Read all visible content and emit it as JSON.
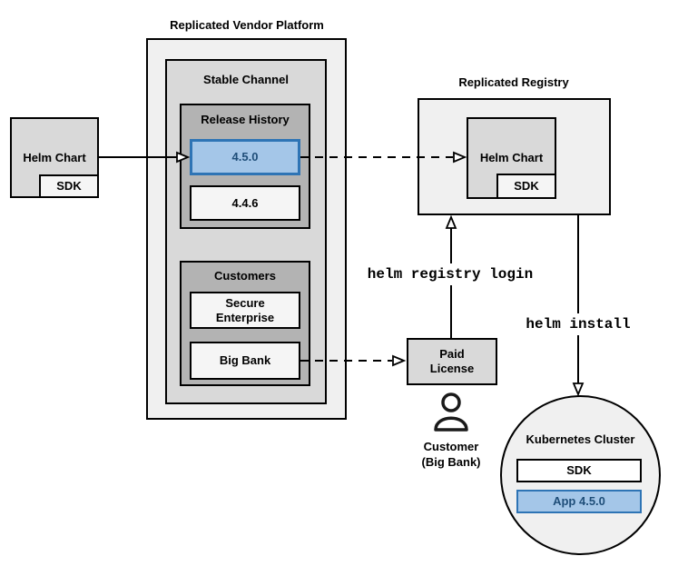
{
  "colors": {
    "background": "#ffffff",
    "box_border": "#000000",
    "outer_fill": "#f0f0f0",
    "channel_fill": "#d9d9d9",
    "group_fill": "#b3b3b3",
    "item_fill": "#f5f5f5",
    "highlight_fill": "#a4c6e8",
    "highlight_border": "#2e74b5",
    "highlight_text": "#1f4e79"
  },
  "vendor_platform": {
    "title": "Replicated Vendor Platform",
    "stable_channel": {
      "label": "Stable Channel",
      "release_history": {
        "label": "Release History",
        "releases": [
          {
            "version": "4.5.0",
            "highlighted": true
          },
          {
            "version": "4.4.6",
            "highlighted": false
          }
        ]
      },
      "customers": {
        "label": "Customers",
        "items": [
          {
            "name": "Secure\nEnterprise"
          },
          {
            "name": "Big Bank"
          }
        ]
      }
    }
  },
  "source_chart": {
    "label": "Helm Chart",
    "sdk": "SDK"
  },
  "registry": {
    "title": "Replicated Registry",
    "helm_chart": "Helm Chart",
    "sdk": "SDK"
  },
  "paid_license": {
    "label": "Paid\nLicense"
  },
  "customer": {
    "icon": "person-icon",
    "label": "Customer\n(Big Bank)"
  },
  "commands": {
    "registry_login": "helm registry login",
    "install": "helm install"
  },
  "kubernetes": {
    "title": "Kubernetes Cluster",
    "sdk": "SDK",
    "app": "App 4.5.0"
  }
}
